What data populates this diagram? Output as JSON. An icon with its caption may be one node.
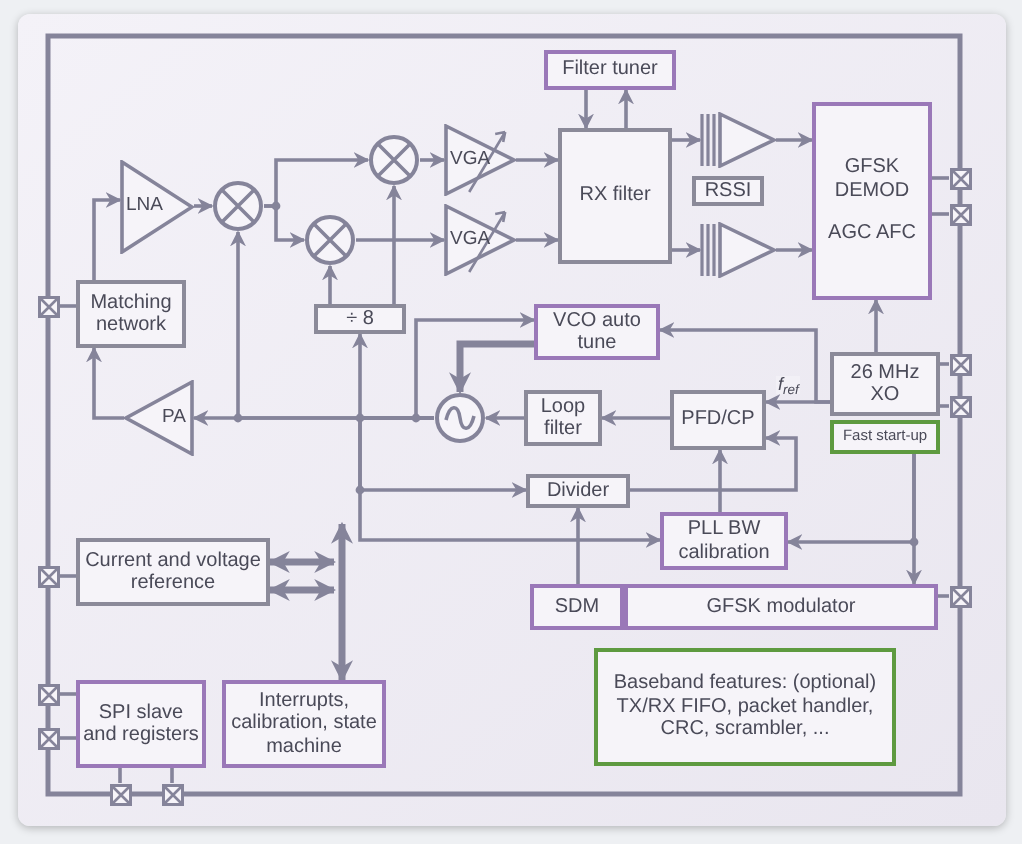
{
  "diagram": {
    "nodes": [
      {
        "text": [
          "LNA"
        ]
      },
      {
        "text": [],
        "shape": "circle"
      },
      {
        "text": [],
        "shape": "circle"
      },
      {
        "text": [],
        "shape": "circle"
      },
      {
        "text": [
          "VGA"
        ]
      },
      {
        "text": [
          "VGA"
        ]
      },
      {
        "text": [
          "RX filter"
        ]
      },
      {
        "text": [
          "Filter tuner"
        ]
      },
      {
        "text": [
          "RSSI"
        ]
      },
      {
        "text": [],
        "shape": "triangle"
      },
      {
        "text": [],
        "shape": "triangle"
      },
      {
        "text": [
          "GFSK DEMOD",
          "AGC AFC"
        ]
      },
      {
        "text": [
          "Matching network"
        ]
      },
      {
        "text": [
          "÷ 8"
        ]
      },
      {
        "text": [
          "PA"
        ]
      },
      {
        "text": [
          "VCO auto tune"
        ]
      },
      {
        "text": [],
        "shape": "circle"
      },
      {
        "text": [
          "Loop filter"
        ]
      },
      {
        "text": [
          "PFD/CP"
        ]
      },
      {
        "text": [
          "26 MHz XO"
        ]
      },
      {
        "text": [
          "Fast start-up"
        ]
      },
      {
        "text": [
          "Divider"
        ]
      },
      {
        "text": [
          "PLL BW calibration"
        ]
      },
      {
        "text": [
          "SDM"
        ]
      },
      {
        "text": [
          "GFSK modulator"
        ]
      },
      {
        "text": [
          "Current and voltage reference"
        ]
      },
      {
        "text": [
          "SPI slave and registers"
        ]
      },
      {
        "text": [
          "Interrupts, calibration, state machine"
        ]
      },
      {
        "text": [
          "Baseband features: (optional) TX/RX FIFO, packet handler, CRC, scrambler, ..."
        ]
      },
      {
        "text": [],
        "shape": "box"
      },
      {
        "text": [],
        "shape": "box"
      },
      {
        "text": [],
        "shape": "box"
      },
      {
        "text": [],
        "shape": "box"
      },
      {
        "text": [],
        "shape": "box"
      },
      {
        "text": [],
        "shape": "box"
      },
      {
        "text": [],
        "shape": "box"
      },
      {
        "text": [],
        "shape": "box"
      },
      {
        "text": [],
        "shape": "box"
      },
      {
        "text": [],
        "shape": "box"
      },
      {
        "text": [],
        "shape": "box"
      }
    ],
    "edges": [
      {
        "from": 12,
        "to": 0,
        "arrow": "to"
      },
      {
        "from": 0,
        "to": 1,
        "arrow": "to"
      },
      {
        "from": 1,
        "to": 2,
        "arrow": "to"
      },
      {
        "from": 1,
        "to": 3,
        "arrow": "to"
      },
      {
        "from": 2,
        "to": 4,
        "arrow": "to"
      },
      {
        "from": 3,
        "to": 5,
        "arrow": "to"
      },
      {
        "from": 13,
        "to": 2,
        "arrow": "to"
      },
      {
        "from": 13,
        "to": 3,
        "arrow": "to"
      },
      {
        "from": 4,
        "to": 6,
        "arrow": "to"
      },
      {
        "from": 5,
        "to": 6,
        "arrow": "to"
      },
      {
        "from": 7,
        "to": 6,
        "arrow": "to"
      },
      {
        "from": 6,
        "to": 7,
        "arrow": "to"
      },
      {
        "from": 6,
        "to": 9,
        "arrow": "to"
      },
      {
        "from": 6,
        "to": 10,
        "arrow": "to"
      },
      {
        "from": 9,
        "to": 11,
        "arrow": "to"
      },
      {
        "from": 10,
        "to": 11,
        "arrow": "to"
      },
      {
        "from": 19,
        "to": 11,
        "arrow": "to"
      },
      {
        "from": 19,
        "to": 18,
        "arrow": "to",
        "label": "f$_{ref}$"
      },
      {
        "from": 19,
        "to": 15,
        "arrow": "to"
      },
      {
        "from": 15,
        "to": 16,
        "arrow": "to",
        "style": "thick"
      },
      {
        "from": 16,
        "to": 15,
        "arrow": "to"
      },
      {
        "from": 17,
        "to": 16,
        "arrow": "to"
      },
      {
        "from": 18,
        "to": 17,
        "arrow": "to"
      },
      {
        "from": 16,
        "to": 14,
        "arrow": "to"
      },
      {
        "from": 14,
        "to": 12,
        "arrow": "to"
      },
      {
        "from": 16,
        "to": 1,
        "arrow": "to"
      },
      {
        "from": 16,
        "to": 13,
        "arrow": "to"
      },
      {
        "from": 16,
        "to": 21,
        "arrow": "to"
      },
      {
        "from": 16,
        "to": 22,
        "arrow": "to"
      },
      {
        "from": 21,
        "to": 18,
        "arrow": "to"
      },
      {
        "from": 22,
        "to": 18,
        "arrow": "to"
      },
      {
        "from": 23,
        "to": 21,
        "arrow": "to"
      },
      {
        "from": 20,
        "to": 24,
        "arrow": "to"
      },
      {
        "from": 20,
        "to": 22,
        "arrow": "to"
      },
      {
        "from": 25,
        "to": null,
        "arrow": "both",
        "style": "thick"
      },
      {
        "from": 25,
        "to": null,
        "arrow": "both",
        "style": "thick"
      },
      {
        "from": null,
        "to": 27,
        "arrow": "both",
        "style": "thick"
      },
      {
        "from": 29,
        "to": 12,
        "arrow": "none"
      },
      {
        "from": 30,
        "to": 25,
        "arrow": "none"
      },
      {
        "from": 31,
        "to": 26,
        "arrow": "none"
      },
      {
        "from": 32,
        "to": 26,
        "arrow": "none"
      },
      {
        "from": 33,
        "to": 26,
        "arrow": "none"
      },
      {
        "from": 34,
        "to": 26,
        "arrow": "none"
      },
      {
        "from": 35,
        "to": 11,
        "arrow": "none"
      },
      {
        "from": 36,
        "to": 11,
        "arrow": "none"
      },
      {
        "from": 37,
        "to": 19,
        "arrow": "none"
      },
      {
        "from": 38,
        "to": 19,
        "arrow": "none"
      },
      {
        "from": 39,
        "to": 24,
        "arrow": "none"
      }
    ]
  }
}
